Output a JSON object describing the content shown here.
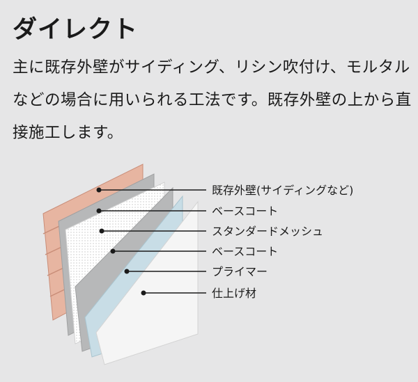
{
  "title": "ダイレクト",
  "description": "主に既存外壁がサイディング、リシン吹付け、モルタルなどの場合に用いられる工法です。既存外壁の上から直接施工します。",
  "layers": [
    {
      "label": "既存外壁(サイディングなど)"
    },
    {
      "label": "ベースコート"
    },
    {
      "label": "スタンダードメッシュ"
    },
    {
      "label": "ベースコート"
    },
    {
      "label": "プライマー"
    },
    {
      "label": "仕上げ材"
    }
  ],
  "colors": {
    "background": "#e6e6e7",
    "brick": "#e7b5a1",
    "brick_mortar": "#c98d78",
    "base_coat": "#b7b8b9",
    "mesh": "#ffffff",
    "primer": "#c8dde6",
    "finish": "#f5f5f5",
    "line": "#1a1a1a"
  }
}
